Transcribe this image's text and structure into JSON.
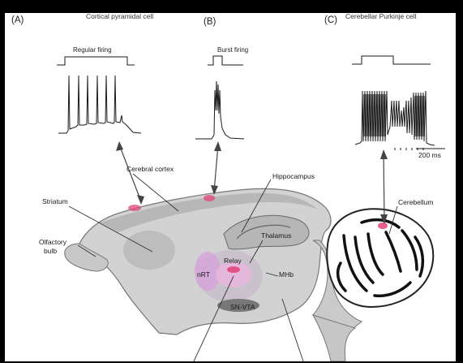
{
  "panels": [
    {
      "letter": "(A)",
      "title": "Cortical pyramidal cell",
      "stimulus": "Regular firing"
    },
    {
      "letter": "(B)",
      "title": "",
      "stimulus": "Burst firing"
    },
    {
      "letter": "(C)",
      "title": "Cerebellar Purkinje cell",
      "stimulus": ""
    }
  ],
  "scale_bar": "200 ms",
  "regions": {
    "cerebral_cortex": "Cerebral cortex",
    "hippocampus": "Hippocampus",
    "striatum": "Striatum",
    "cerebellum": "Cerebellum",
    "thalamus": "Thalamus",
    "olfactory_line1": "Olfactory",
    "olfactory_line2": "bulb",
    "relay": "Relay",
    "nrt": "nRT",
    "mhb": "MHb",
    "snvta": "SN-VTA"
  },
  "colors": {
    "background": "#000000",
    "panel": "#ffffff",
    "trace": "#1a1a1a",
    "tissue": "#cfcfcf",
    "highlight": "#e0457d"
  }
}
